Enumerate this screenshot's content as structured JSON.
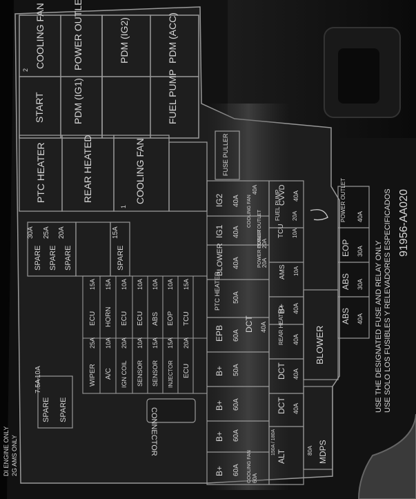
{
  "top_left_note": [
    "DI ENGINE ONLY",
    "2G AMS ONLY"
  ],
  "relays": [
    {
      "text": "COOLING FAN",
      "num": "2"
    },
    {
      "text": "POWER OUTLET",
      "num": ""
    },
    {
      "text": "PDM (IG2)",
      "num": ""
    },
    {
      "text": "START",
      "num": ""
    },
    {
      "text": "PDM (IG1)",
      "num": ""
    },
    {
      "text": "PDM (ACC)",
      "num": ""
    },
    {
      "text": "FUEL PUMP",
      "num": ""
    },
    {
      "text": "PTC HEATER",
      "num": ""
    },
    {
      "text": "REAR HEATED",
      "num": ""
    },
    {
      "text": "COOLING FAN",
      "num": "1"
    }
  ],
  "spare_small": [
    {
      "label": "SPARE",
      "amp": "7.5A"
    },
    {
      "label": "SPARE",
      "amp": "10A"
    }
  ],
  "spare_mid": [
    {
      "label": "SPARE",
      "amp": "30A"
    },
    {
      "label": "SPARE",
      "amp": "25A"
    },
    {
      "label": "SPARE",
      "amp": "20A"
    }
  ],
  "spare_single": {
    "label": "SPARE",
    "amp": "15A"
  },
  "mini_fuses_left": [
    {
      "label": "WIPER",
      "amp": "25A"
    },
    {
      "label": "A/C",
      "amp": "10A"
    },
    {
      "label": "IGN COIL",
      "amp": "20A"
    },
    {
      "label": "SENSOR",
      "amp": "10A"
    },
    {
      "label": "SENSOR",
      "amp": "15A"
    },
    {
      "label": "INJECTOR",
      "amp": "15A"
    },
    {
      "label": "ECU",
      "amp": "20A"
    }
  ],
  "mini_fuses_right": [
    {
      "label": "ECU",
      "amp": "15A"
    },
    {
      "label": "HORN",
      "amp": "15A"
    },
    {
      "label": "ECU",
      "amp": "10A"
    },
    {
      "label": "ECU",
      "amp": "10A"
    },
    {
      "label": "ABS",
      "amp": "10A"
    },
    {
      "label": "EOP",
      "amp": "10A"
    },
    {
      "label": "TCU",
      "amp": "15A"
    }
  ],
  "connector_label": "CONNECTOR",
  "fuse_puller": "FUSE PULLER",
  "multi_fuse_top": [
    {
      "label": "B+",
      "amp": "60A"
    },
    {
      "label": "B+",
      "amp": "60A"
    },
    {
      "label": "B+",
      "amp": "60A"
    },
    {
      "label": "B+",
      "amp": "50A"
    },
    {
      "label": "EPB",
      "amp": "60A"
    },
    {
      "label": "PTC HEATER",
      "amp": "50A"
    },
    {
      "label": "BLOWER",
      "amp": "40A"
    },
    {
      "label": "IG1",
      "amp": "40A"
    },
    {
      "label": "IG2",
      "amp": "40A"
    }
  ],
  "multi_fuse_small": [
    {
      "label": "COOLING FAN",
      "amp": "60A"
    },
    {
      "label": "COOLING FAN",
      "amp": "40A"
    },
    {
      "label": "POWER OUTLET",
      "amp": "20A"
    },
    {
      "label": "POWER OUTLET",
      "amp": "20A"
    }
  ],
  "lower_fuses": [
    {
      "label": "ALT",
      "amp": "150A / 180A"
    },
    {
      "label": "MDPS",
      "amp": "80A"
    },
    {
      "label": "DCT",
      "amp": "40A"
    },
    {
      "label": "DCT",
      "amp": "40A"
    },
    {
      "label": "REAR HEATED",
      "amp": "40A"
    },
    {
      "label": "DCT",
      "amp": "40A"
    },
    {
      "label": "B+",
      "amp": "40A"
    },
    {
      "label": "AMS",
      "amp": "10A"
    },
    {
      "label": "TCU",
      "amp": "10A"
    },
    {
      "label": "FUEL PUMP",
      "amp": "20A"
    },
    {
      "label": "CVVD",
      "amp": "40A"
    }
  ],
  "bottom_fuses": [
    {
      "label": "BLOWER",
      "amp": ""
    },
    {
      "label": "ABS",
      "amp": "40A"
    },
    {
      "label": "ABS",
      "amp": "30A"
    },
    {
      "label": "EOP",
      "amp": "30A"
    },
    {
      "label": "POWER OUTLET",
      "amp": "40A"
    }
  ],
  "notice_en": "USE THE DESIGNATED FUSE AND RELAY ONLY",
  "notice_es": "USE SOLO LOS FUSIBLES Y RELEVADORES ESPECIFICADOS",
  "part_number": "91956-AA020",
  "colors": {
    "background": "#0d0d0d",
    "panel": "#2a2a2a",
    "line": "#8a8a8a",
    "text": "#d6d6d6"
  }
}
